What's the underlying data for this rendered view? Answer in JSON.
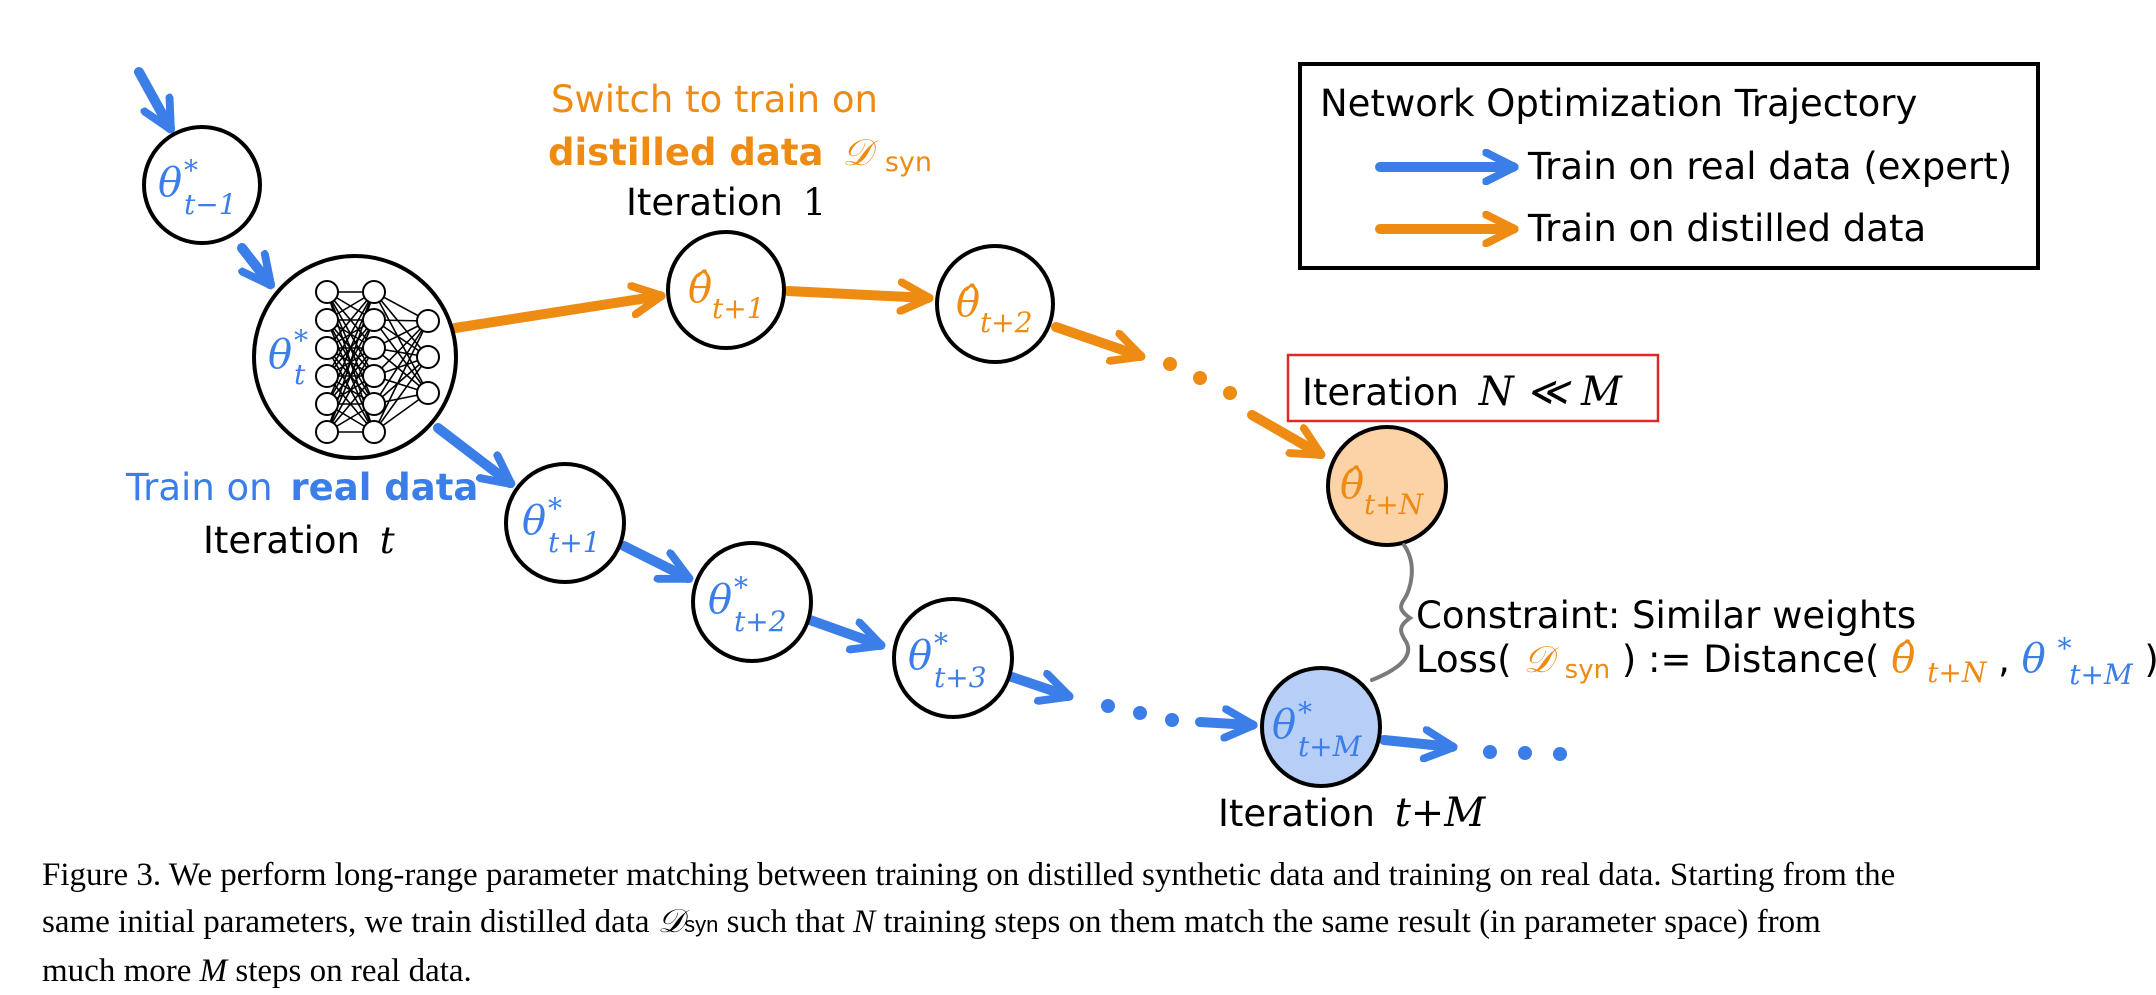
{
  "colors": {
    "blue": "#3b7ee8",
    "orange": "#ed8b13",
    "legend_box": "#000000",
    "highlight_box": "#e02828",
    "orange_fill": "#fbd3a7",
    "blue_fill": "#b7cff6",
    "bracket": "#7a7a7a"
  },
  "icons": [
    "neural-network-icon",
    "curly-brace-icon"
  ],
  "legend": {
    "title": "Network Optimization Trajectory",
    "items": [
      {
        "label": "Train on real data (expert)",
        "color": "#3b7ee8"
      },
      {
        "label": "Train on distilled data",
        "color": "#ed8b13"
      }
    ]
  },
  "labels": {
    "switch_line1": "Switch to train on",
    "distilled_prefix": "distilled data",
    "distilled_symbol": "𝒟",
    "distilled_sub": "syn",
    "iteration_1_word": "Iteration",
    "iteration_1_num": "1",
    "train_real_prefix": "Train on",
    "train_real_bold": "real data",
    "iteration_t_word": "Iteration",
    "iteration_t_var": "t",
    "iteration_N_word": "Iteration",
    "iteration_N_expr": "N ≪ M",
    "iteration_tM_word": "Iteration",
    "iteration_tM_expr": "t+M",
    "constraint_line1": "Constraint: Similar weights",
    "loss_prefix": "Loss(",
    "loss_D": "𝒟",
    "loss_sub": "syn",
    "loss_mid": ") := Distance(",
    "loss_comma": ",",
    "loss_close": ")"
  },
  "nodes": {
    "theta_t_minus_1": {
      "symbol": "θ",
      "sup": "*",
      "sub": "t−1"
    },
    "theta_t": {
      "symbol": "θ",
      "sup": "*",
      "sub": "t"
    },
    "theta_hat_t1": {
      "symbol": "θ̂",
      "sub": "t+1"
    },
    "theta_hat_t2": {
      "symbol": "θ̂",
      "sub": "t+2"
    },
    "theta_hat_tN": {
      "symbol": "θ̂",
      "sub": "t+N"
    },
    "theta_t1": {
      "symbol": "θ",
      "sup": "*",
      "sub": "t+1"
    },
    "theta_t2": {
      "symbol": "θ",
      "sup": "*",
      "sub": "t+2"
    },
    "theta_t3": {
      "symbol": "θ",
      "sup": "*",
      "sub": "t+3"
    },
    "theta_tM": {
      "symbol": "θ",
      "sup": "*",
      "sub": "t+M"
    }
  },
  "caption": {
    "line1": "Figure 3. We perform long-range parameter matching between training on distilled synthetic data and training on real data. Starting from the",
    "line2_a": "same initial parameters, we train distilled data",
    "line2_D": "𝒟",
    "line2_sub": "syn",
    "line2_b": "such that",
    "line2_N": "N",
    "line2_c": "training steps on them match the same result (in parameter space) from",
    "line3_a": "much more",
    "line3_M": "M",
    "line3_b": "steps on real data."
  }
}
